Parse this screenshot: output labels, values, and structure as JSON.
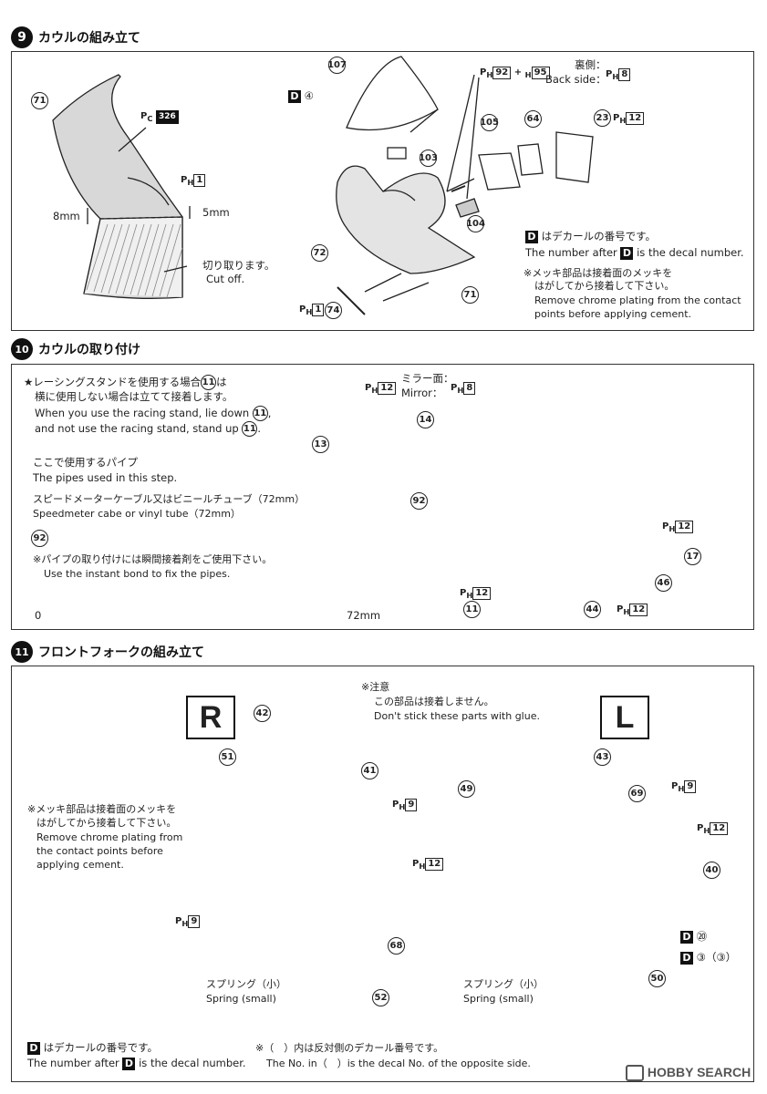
{
  "step9": {
    "num": "9",
    "title": "カウルの組み立て",
    "parts": {
      "p71a": "71",
      "p72": "72",
      "p74": "74",
      "p71b": "71",
      "p107": "107",
      "p103": "103",
      "p104": "104",
      "p105": "105",
      "p64": "64",
      "p23": "23"
    },
    "pc": "326",
    "ph1": "1",
    "dim_8mm": "8mm",
    "dim_5mm": "5mm",
    "cutoff_jp": "切り取ります。",
    "cutoff_en": "Cut off.",
    "decal_d4": "④",
    "ph92": "92",
    "ph95": "95",
    "plus": "+",
    "backside_jp": "裏側：",
    "backside_en": "Back side：",
    "ph8": "8",
    "ph12": "12",
    "ph1b": "1",
    "decal_note_jp": "はデカールの番号です。",
    "decal_note_en_a": "The number after",
    "decal_note_en_b": "is the decal number.",
    "chrome_jp1": "※メッキ部品は接着面のメッキを",
    "chrome_jp2": "はがしてから接着して下さい。",
    "chrome_en1": "Remove chrome plating from the contact",
    "chrome_en2": "points before applying cement."
  },
  "step10": {
    "num": "10",
    "title": "カウルの取り付け",
    "racing_jp1": "★レーシングスタンドを使用する場合",
    "racing_jp1b": "は",
    "racing_jp2": "横に使用しない場合は立てて接着します。",
    "racing_en1": "When you use the racing stand, lie down",
    "racing_en2": "and not use the racing stand, stand up",
    "pipes_jp": "ここで使用するパイプ",
    "pipes_en": "The pipes used in this step.",
    "cable_jp": "スピードメーターケーブル又はビニールチューブ（72mm）",
    "cable_en": "Speedmeter cabe or vinyl tube（72mm）",
    "instant_jp": "※パイプの取り付けには瞬間接着剤をご使用下さい。",
    "instant_en": "Use the instant bond to fix the pipes.",
    "ruler_start": "0",
    "ruler_end": "72mm",
    "mirror_jp": "ミラー面：",
    "mirror_en": "Mirror：",
    "parts": {
      "p11": "11",
      "p92": "92",
      "p13": "13",
      "p14": "14",
      "p92b": "92",
      "p17": "17",
      "p46": "46",
      "p11b": "11",
      "p44": "44"
    },
    "ph8": "8",
    "ph12": "12"
  },
  "step11": {
    "num": "11",
    "title": "フロントフォークの組み立て",
    "label_r": "R",
    "label_l": "L",
    "caution_jp1": "※注意",
    "caution_jp2": "この部品は接着しません。",
    "caution_en": "Don't stick these parts with glue.",
    "chrome_jp1": "※メッキ部品は接着面のメッキを",
    "chrome_jp2": "はがしてから接着して下さい。",
    "chrome_en1": "Remove chrome plating from",
    "chrome_en2": "the contact points before",
    "chrome_en3": "applying cement.",
    "spring_jp": "スプリング（小）",
    "spring_en": "Spring (small)",
    "parts": {
      "p42": "42",
      "p51": "51",
      "p41": "41",
      "p68": "68",
      "p52": "52",
      "p43": "43",
      "p49": "49",
      "p69": "69",
      "p40": "40",
      "p50": "50"
    },
    "ph9": "9",
    "ph12": "12",
    "decal_20": "⑳",
    "decal_3": "③（③）",
    "decal_note_jp": "はデカールの番号です。",
    "decal_note_en_a": "The number after",
    "decal_note_en_b": "is the decal number.",
    "opp_jp": "※（　）内は反対側のデカール番号です。",
    "opp_en": "The No. in（　）is the decal No. of the opposite side."
  },
  "watermark": "HOBBY SEARCH"
}
